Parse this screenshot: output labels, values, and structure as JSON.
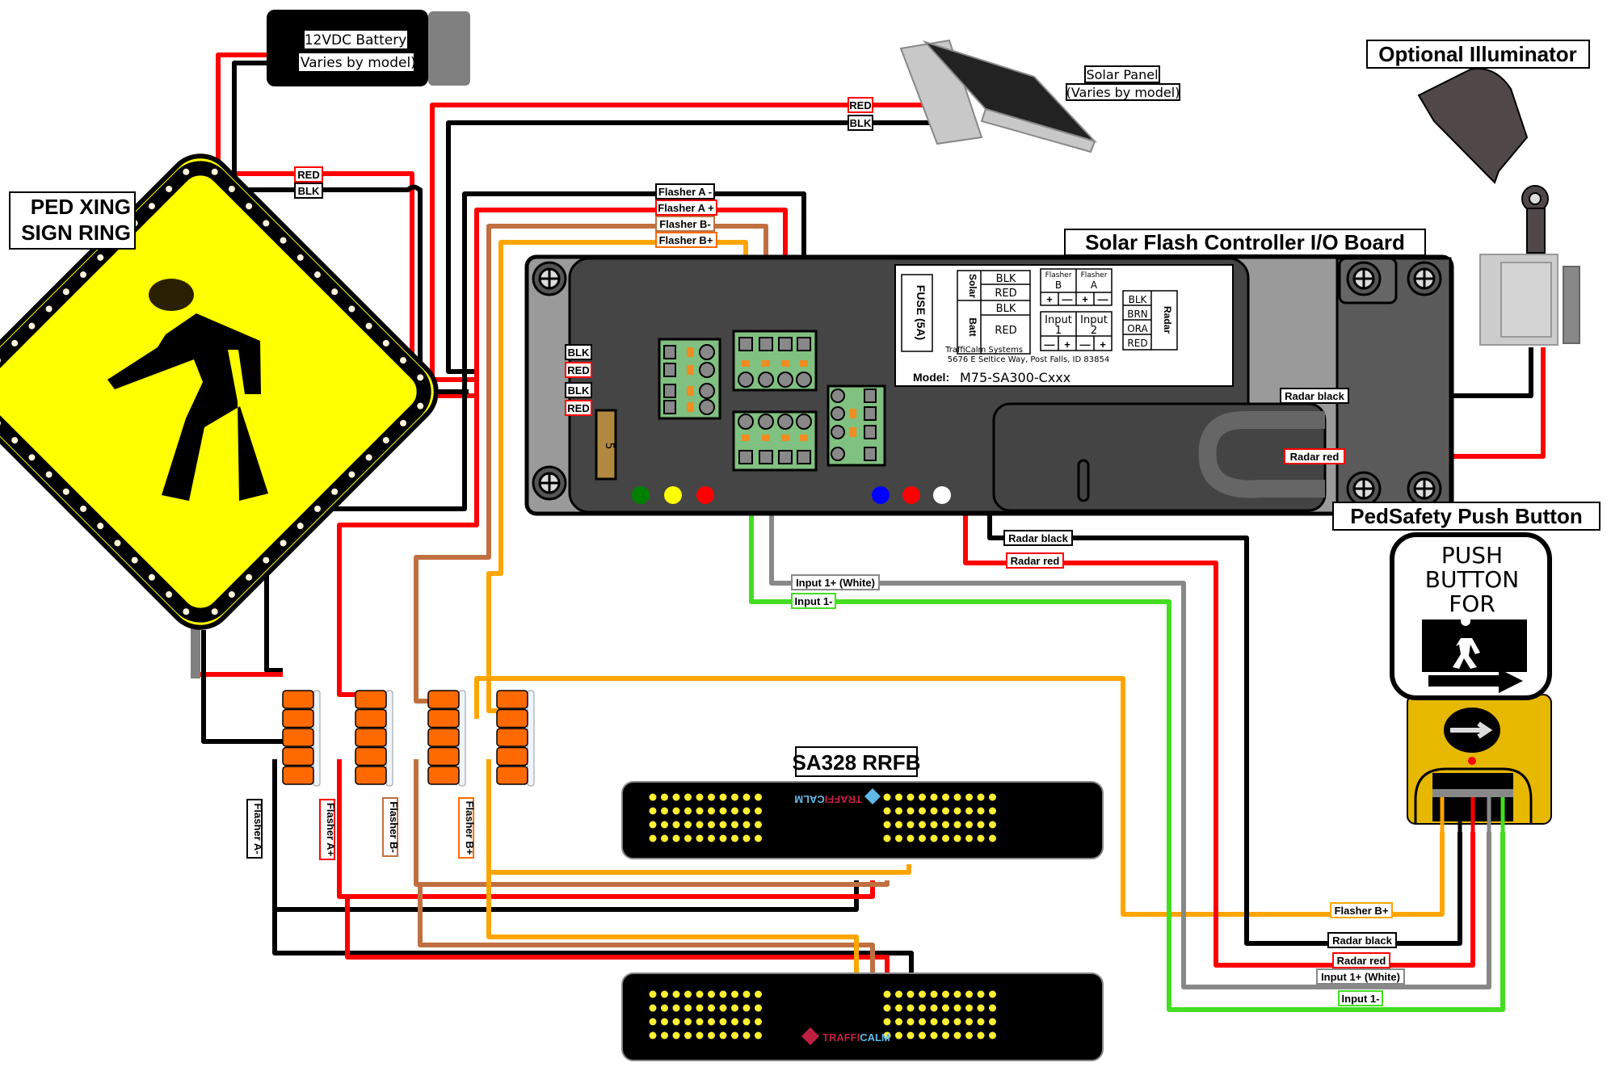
{
  "components": {
    "battery": {
      "line1": "12VDC Battery",
      "line2": "(Varies by model)"
    },
    "solar_panel": {
      "line1": "Solar Panel",
      "line2": "(Varies by model)"
    },
    "illuminator": {
      "title": "Optional Illuminator"
    },
    "sign": {
      "title_line1": "PED XING",
      "title_line2": "SIGN RING"
    },
    "io_board": {
      "title": "Solar Flash Controller I/O Board",
      "fuse_label": "FUSE (5A)",
      "fuse_value": "5",
      "label_table": {
        "solar": {
          "group": "Solar",
          "rows": [
            "BLK",
            "RED"
          ]
        },
        "batt": {
          "group": "Batt",
          "rows": [
            "BLK",
            "RED"
          ]
        },
        "flasher_b": {
          "name": "Flasher",
          "letter": "B",
          "pins": [
            "+",
            "—"
          ]
        },
        "flasher_a": {
          "name": "Flasher",
          "letter": "A",
          "pins": [
            "+",
            "—"
          ]
        },
        "input_1": {
          "name": "Input",
          "num": "1",
          "pins": [
            "—",
            "+"
          ]
        },
        "input_2": {
          "name": "Input",
          "num": "2",
          "pins": [
            "—",
            "+"
          ]
        },
        "radar": {
          "group": "Radar",
          "rows": [
            "BLK",
            "BRN",
            "ORA",
            "RED"
          ]
        }
      },
      "company": "TraffiCalm Systems",
      "address": "5676 E Seltice Way, Post Falls, ID 83854",
      "model_label": "Model:",
      "model_value": "M75-SA300-Cxxx",
      "status_leds_left": [
        "#008000",
        "#ffff00",
        "#ff0000"
      ],
      "status_leds_right": [
        "#0000ff",
        "#ff0000",
        "#ffffff"
      ]
    },
    "rrfb": {
      "title": "SA328 RRFB",
      "brand": "TRAFFICALM",
      "brand_a": "TRAFFI",
      "brand_b": "CALM"
    },
    "push_button": {
      "title": "PedSafety Push Button",
      "sign_line1": "PUSH",
      "sign_line2": "BUTTON",
      "sign_line3": "FOR"
    }
  },
  "wire_labels": {
    "battery_red": "RED",
    "battery_blk": "BLK",
    "solar_red": "RED",
    "solar_blk": "BLK",
    "board_blk_1": "BLK",
    "board_red_1": "RED",
    "board_blk_2": "BLK",
    "board_red_2": "RED",
    "flasher_a_minus": "Flasher A -",
    "flasher_a_plus": "Flasher A +",
    "flasher_b_minus": "Flasher B-",
    "flasher_b_plus": "Flasher B+",
    "radar_black_top": "Radar black",
    "radar_red_top": "Radar red",
    "radar_black_mid": "Radar black",
    "radar_red_mid": "Radar red",
    "input1_plus_mid": "Input 1+ (White)",
    "input1_minus_mid": "Input 1-",
    "v_flasher_a_minus": "Flasher A-",
    "v_flasher_a_plus": "Flasher A+",
    "v_flasher_b_minus": "Flasher B-",
    "v_flasher_b_plus": "Flasher B+",
    "pb_flasher_b_plus": "Flasher B+",
    "pb_radar_black": "Radar black",
    "pb_radar_red": "Radar red",
    "pb_input1_plus": "Input 1+ (White)",
    "pb_input1_minus": "Input 1-"
  },
  "colors": {
    "black": "#000000",
    "red": "#ff0000",
    "brown": "#c07040",
    "orange": "#ffa500",
    "gray": "#888888",
    "green": "#44dd22",
    "sign_yellow": "#ffff00",
    "board_dark": "#454545",
    "terminal_green": "#80c080",
    "connector_orange": "#ff6a00",
    "button_yellow": "#e6b800"
  }
}
